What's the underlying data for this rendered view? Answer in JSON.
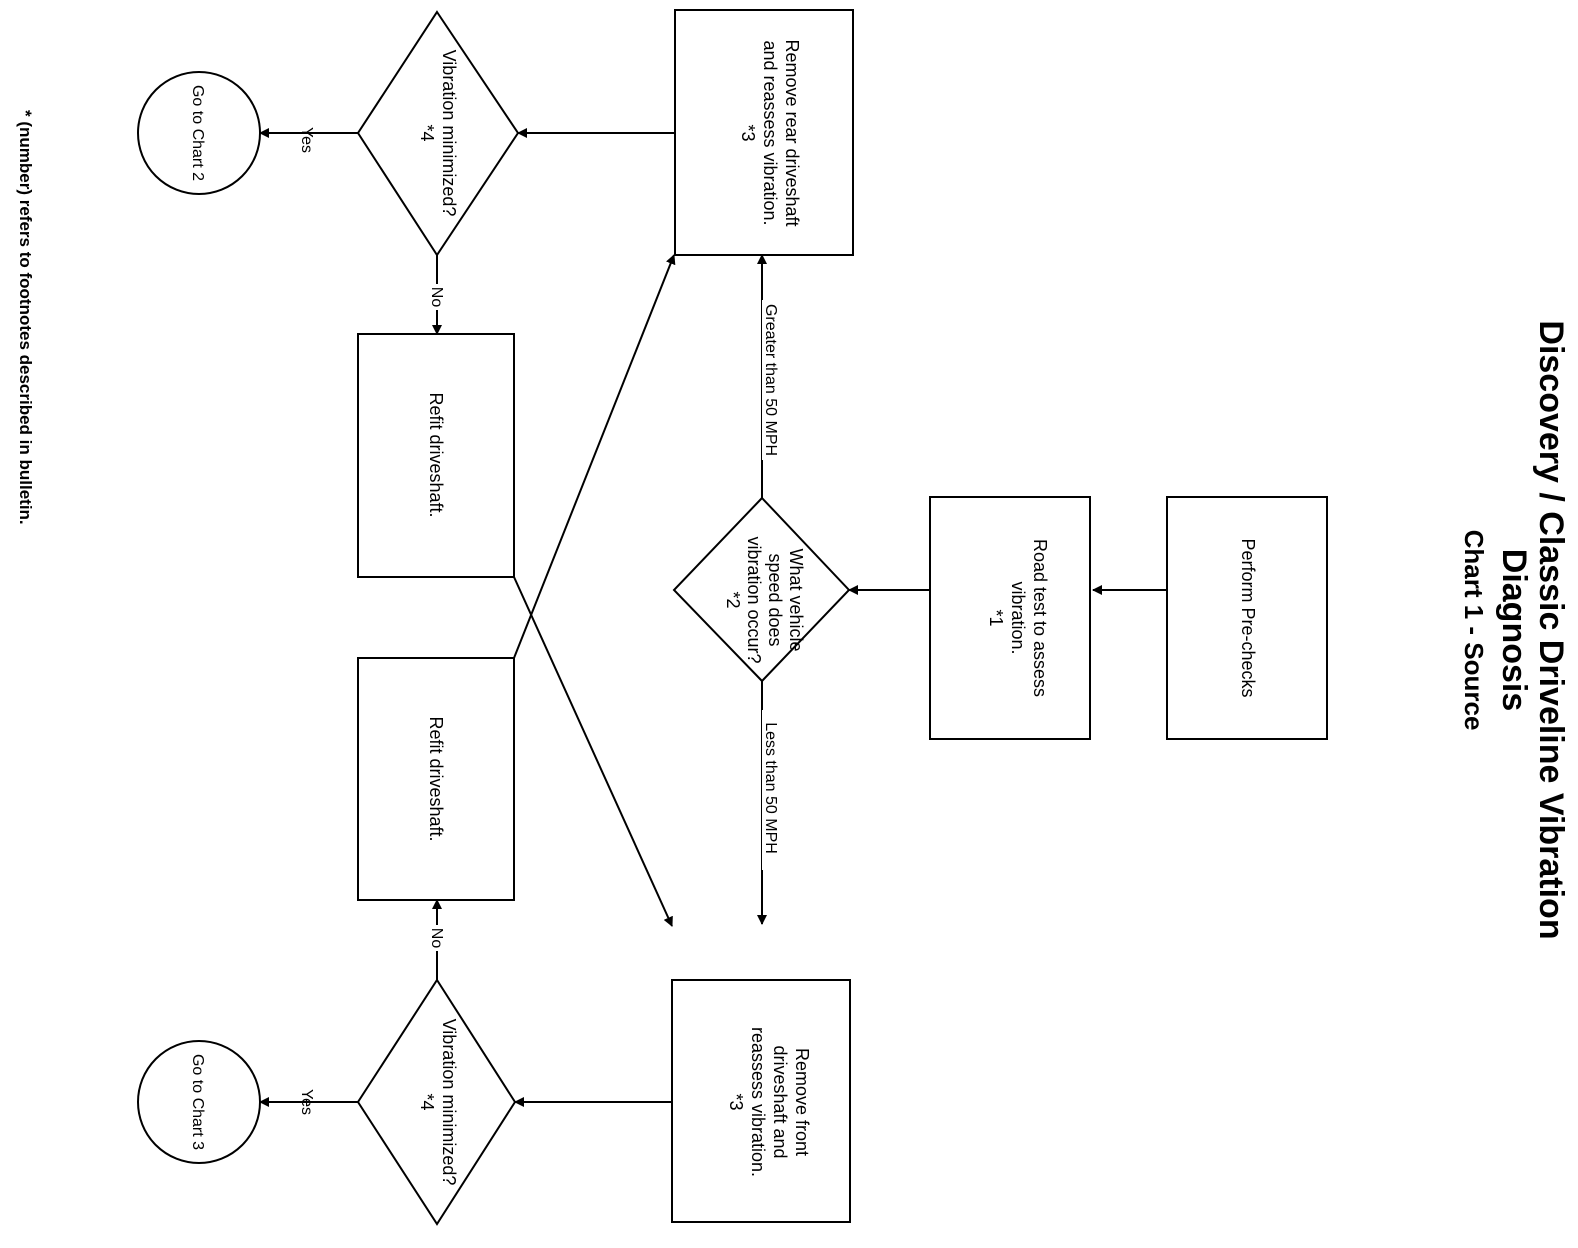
{
  "title": "Discovery / Classic Driveline Vibration",
  "title_line2": "Diagnosis",
  "subtitle": "Chart 1 - Source",
  "nodes": {
    "perform_prechecks": {
      "line1": "Perform Pre-checks"
    },
    "road_test": {
      "line1": "Road test to assess",
      "line2": "vibration.",
      "note": "*1"
    },
    "speed_decision": {
      "line1": "What vehicle",
      "line2": "speed does",
      "line3": "vibration occur?",
      "note": "*2"
    },
    "remove_rear": {
      "line1": "Remove rear driveshaft",
      "line2": "and reassess vibration.",
      "note": "*3"
    },
    "remove_front": {
      "line1": "Remove front",
      "line2": "driveshaft and",
      "line3": "reassess vibration.",
      "note": "*3"
    },
    "vib_min_rear": {
      "line1": "Vibration minimized?",
      "note": "*4"
    },
    "vib_min_front": {
      "line1": "Vibration minimized?",
      "note": "*4"
    },
    "refit_a": {
      "line1": "Refit driveshaft."
    },
    "refit_b": {
      "line1": "Refit driveshaft."
    },
    "go_chart2": {
      "line1": "Go to Chart 2"
    },
    "go_chart3": {
      "line1": "Go to Chart 3"
    }
  },
  "edge_labels": {
    "greater": "Greater than 50 MPH",
    "less": "Less than 50 MPH",
    "yes_rear": "Yes",
    "yes_front": "Yes",
    "no_rear": "No",
    "no_front": "No"
  },
  "footnote": "* (number) refers to footnotes described in bulletin."
}
